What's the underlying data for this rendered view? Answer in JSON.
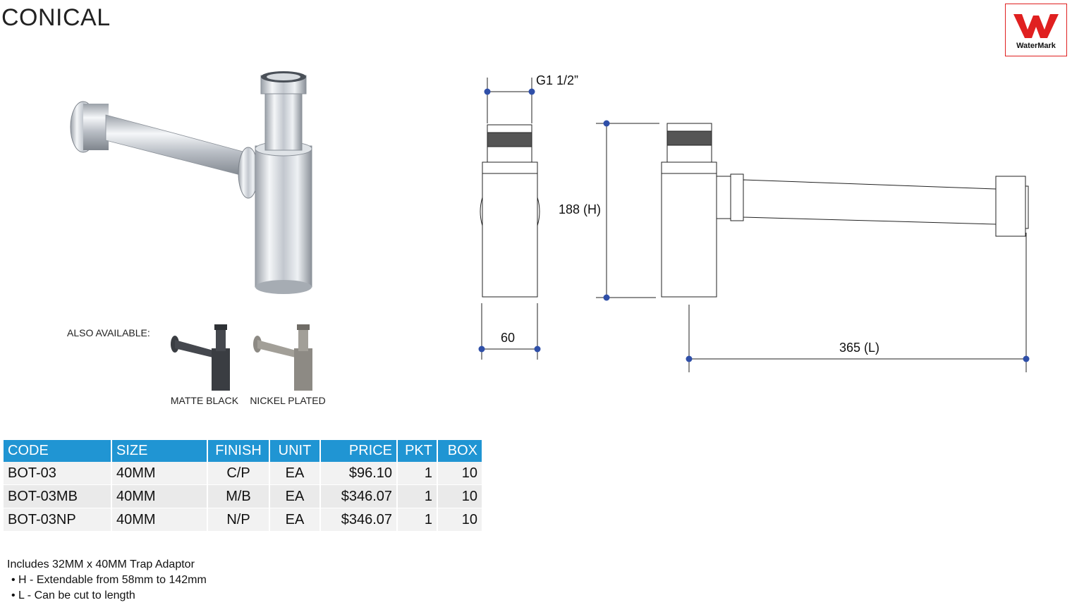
{
  "title": "CONICAL",
  "certification": {
    "mark_label": "WaterMark",
    "color": "#e02020"
  },
  "also_available": {
    "label": "ALSO AVAILABLE:",
    "variants": [
      {
        "label": "MATTE BLACK",
        "color": "#3a3d42"
      },
      {
        "label": "NICKEL PLATED",
        "color": "#8d8a84"
      }
    ]
  },
  "dimensions": {
    "thread": "G1 1/2”",
    "height": "188 (H)",
    "width": "60",
    "length": "365 (L)"
  },
  "table": {
    "headers": [
      "CODE",
      "SIZE",
      "FINISH",
      "UNIT",
      "PRICE",
      "PKT",
      "BOX"
    ],
    "rows": [
      [
        "BOT-03",
        "40MM",
        "C/P",
        "EA",
        "$96.10",
        "1",
        "10"
      ],
      [
        "BOT-03MB",
        "40MM",
        "M/B",
        "EA",
        "$346.07",
        "1",
        "10"
      ],
      [
        "BOT-03NP",
        "40MM",
        "N/P",
        "EA",
        "$346.07",
        "1",
        "10"
      ]
    ],
    "header_color": "#2095d3"
  },
  "notes": [
    "Includes 32MM x 40MM Trap Adaptor",
    "• H - Extendable from 58mm to 142mm",
    "• L - Can be cut to length"
  ]
}
